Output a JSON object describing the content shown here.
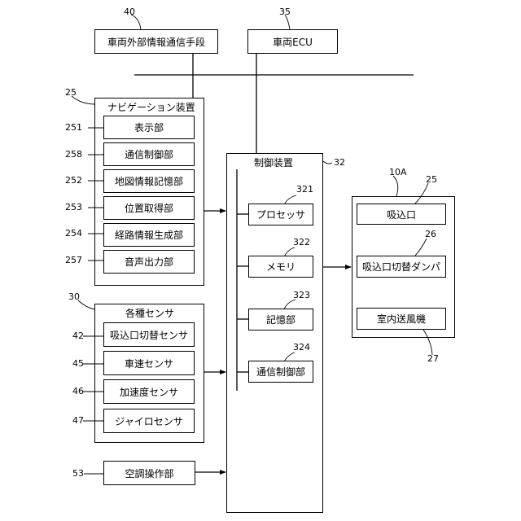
{
  "top": {
    "external_comm": {
      "label": "車両外部情報通信手段",
      "ref": "40"
    },
    "ecu": {
      "label": "車両ECU",
      "ref": "35"
    }
  },
  "navigation": {
    "title": "ナビゲーション装置",
    "ref": "25",
    "items": [
      {
        "label": "表示部",
        "ref": "251"
      },
      {
        "label": "通信制御部",
        "ref": "258"
      },
      {
        "label": "地図情報記憶部",
        "ref": "252"
      },
      {
        "label": "位置取得部",
        "ref": "253"
      },
      {
        "label": "経路情報生成部",
        "ref": "254"
      },
      {
        "label": "音声出力部",
        "ref": "257"
      }
    ]
  },
  "sensors": {
    "title": "各種センサ",
    "ref": "30",
    "items": [
      {
        "label": "吸込口切替センサ",
        "ref": "42"
      },
      {
        "label": "車速センサ",
        "ref": "45"
      },
      {
        "label": "加速度センサ",
        "ref": "46"
      },
      {
        "label": "ジャイロセンサ",
        "ref": "47"
      }
    ]
  },
  "ac_operation": {
    "label": "空調操作部",
    "ref": "53"
  },
  "controller": {
    "title": "制御装置",
    "ref": "32",
    "items": [
      {
        "label": "プロセッサ",
        "ref": "321"
      },
      {
        "label": "メモリ",
        "ref": "322"
      },
      {
        "label": "記憶部",
        "ref": "323"
      },
      {
        "label": "通信制御部",
        "ref": "324"
      }
    ]
  },
  "ac_unit": {
    "ref": "10A",
    "items": [
      {
        "label": "吸込口",
        "ref": "25"
      },
      {
        "label": "吸込口切替ダンパ",
        "ref": "26"
      },
      {
        "label": "室内送風機",
        "ref": "27"
      }
    ]
  }
}
